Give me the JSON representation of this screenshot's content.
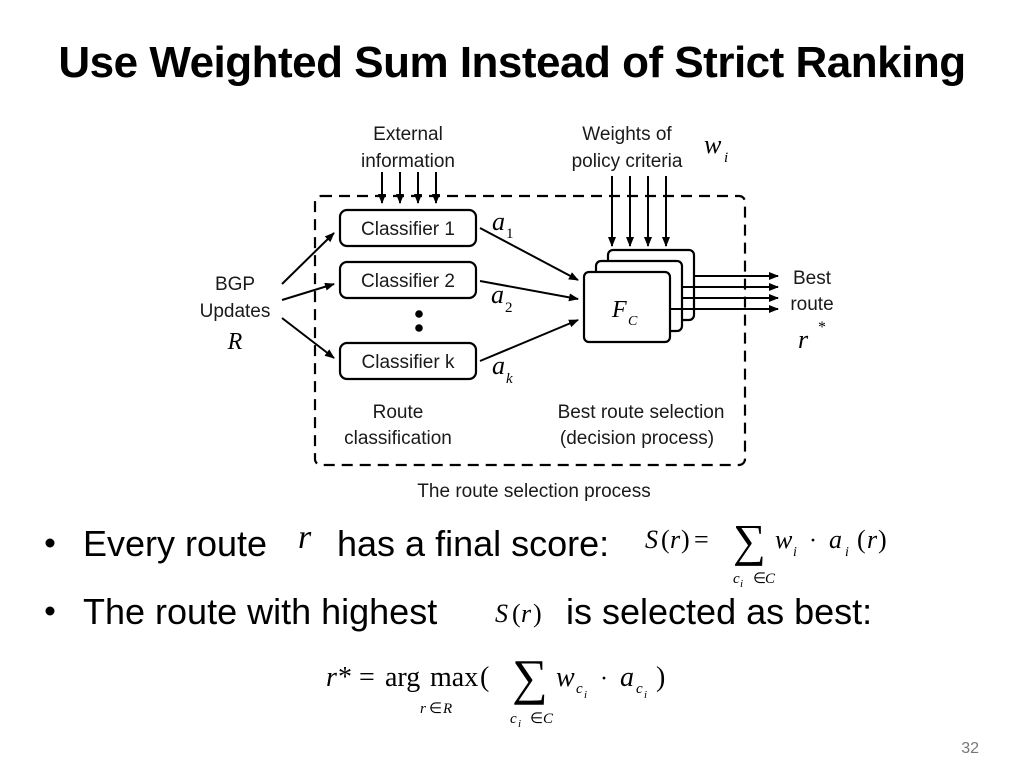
{
  "slide": {
    "title": "Use Weighted Sum Instead of Strict Ranking",
    "page_number": "32"
  },
  "diagram": {
    "external_info": [
      "External",
      "information"
    ],
    "weights_label": [
      "Weights of",
      "policy criteria"
    ],
    "weights_symbol": "w",
    "weights_sub": "i",
    "bgp_label": [
      "BGP",
      "Updates"
    ],
    "bgp_symbol": "R",
    "classifiers": [
      "Classifier 1",
      "Classifier 2",
      "Classifier k"
    ],
    "outputs": [
      {
        "symbol": "a",
        "sub": "1"
      },
      {
        "symbol": "a",
        "sub": "2"
      },
      {
        "symbol": "a",
        "sub": "k"
      }
    ],
    "fc_symbol": "F",
    "fc_sub": "C",
    "best_route_label": [
      "Best",
      "route"
    ],
    "best_route_symbol": "r",
    "best_route_sup": "*",
    "route_classification": [
      "Route",
      "classification"
    ],
    "best_route_selection": [
      "Best route selection",
      "(decision process)"
    ],
    "caption": "The route selection process"
  },
  "bullets": [
    {
      "pre": "Every route",
      "var": "r",
      "post": "has a final score:"
    },
    {
      "pre": "The route with highest",
      "post": "is selected as best:"
    }
  ]
}
